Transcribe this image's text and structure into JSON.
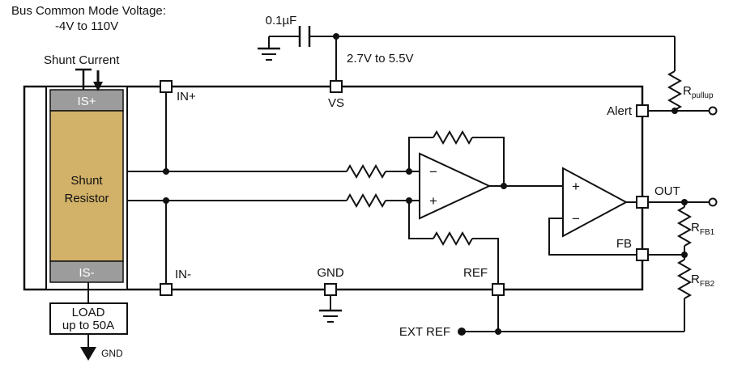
{
  "annotations": {
    "bus_voltage_line1": "Bus Common Mode Voltage:",
    "bus_voltage_line2": "-4V to 110V",
    "shunt_current": "Shunt Current",
    "cap_value": "0.1µF",
    "supply_range": "2.7V to 5.5V",
    "ext_ref": "EXT REF",
    "load_line1": "LOAD",
    "load_line2": "up to 50A",
    "load_gnd": "GND"
  },
  "shunt": {
    "top_pad": "IS+",
    "body_line1": "Shunt",
    "body_line2": "Resistor",
    "bottom_pad": "IS-"
  },
  "pins": {
    "in_plus": "IN+",
    "vs": "VS",
    "alert": "Alert",
    "in_minus": "IN-",
    "gnd": "GND",
    "ref": "REF",
    "out": "OUT",
    "fb": "FB"
  },
  "resistors": {
    "pullup": {
      "base": "R",
      "sub": "pullup"
    },
    "fb1": {
      "base": "R",
      "sub": "FB1"
    },
    "fb2": {
      "base": "R",
      "sub": "FB2"
    }
  },
  "opamps": {
    "plus": "+",
    "minus": "−"
  },
  "colors": {
    "shunt_body": "#d2b168",
    "pad": "#9c9c9c",
    "line": "#111111",
    "background": "#ffffff"
  }
}
